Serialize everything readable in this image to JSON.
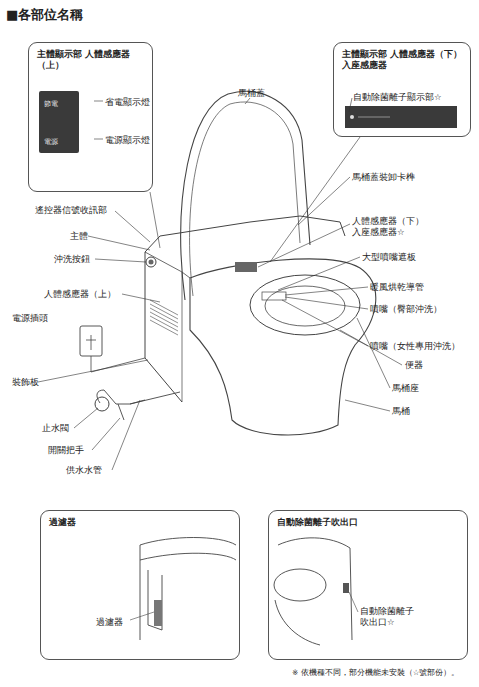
{
  "diagram": {
    "title": "■各部位名稱",
    "nodes": [
      {
        "text": [
          "主體顯示部 人體感應器（上）"
        ]
      },
      {
        "text": [
          "節電",
          "電源"
        ],
        "in": 0
      },
      {
        "text": [
          "主體顯示部 人體感應器（下） 入座感應器"
        ]
      },
      {
        "text": [
          "過濾器"
        ]
      },
      {
        "text": [
          "自動除菌離子吹出口"
        ]
      }
    ],
    "labels": [
      "省電顯示燈",
      "電源顯示燈",
      "自動除菌離子顯示部☆",
      "馬桶蓋",
      "馬桶蓋裝卸卡榫",
      "人體感應器（下） 入座感應器☆",
      "大型噴嘴遮板",
      "暖風烘乾導管",
      "噴嘴（臀部沖洗）",
      "噴嘴（女性專用沖洗）",
      "便器",
      "馬桶座",
      "馬桶",
      "遙控器信號收訊部",
      "主體",
      "沖洗按鈕",
      "人體感應器（上）",
      "電源插頭",
      "裝飾板",
      "止水閥",
      "開關把手",
      "供水水管",
      "過濾器",
      "自動除菌離子 吹出口☆",
      "※ 依機種不同，部分機能未安裝（☆號部份）。"
    ]
  }
}
